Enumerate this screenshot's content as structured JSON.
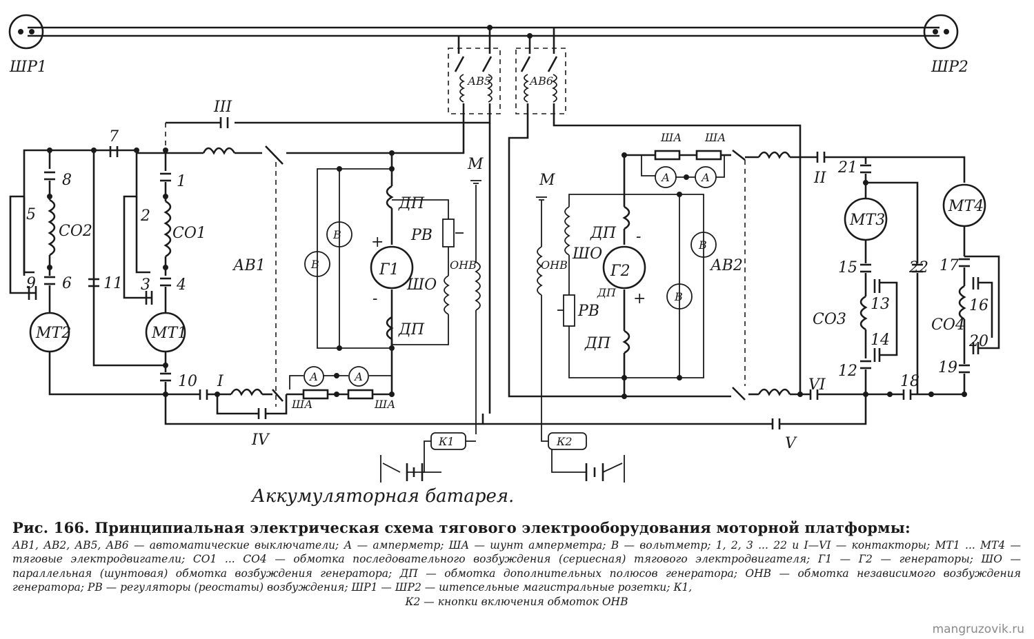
{
  "labels": {
    "shr1": "ШР1",
    "shr2": "ШР2",
    "av5": "АВ5",
    "av6": "АВ6",
    "av1": "АВ1",
    "av2": "АВ2",
    "mt1": "МТ1",
    "mt2": "МТ2",
    "mt3": "МТ3",
    "mt4": "МТ4",
    "co1": "СО1",
    "co2": "СО2",
    "co3": "СО3",
    "co4": "СО4",
    "g1": "Г1",
    "g2": "Г2",
    "dp": "ДП",
    "rv": "РВ",
    "sho": "ШО",
    "onv": "ОНВ",
    "m": "М",
    "a": "А",
    "v": "В",
    "sha": "ША",
    "k1": "К1",
    "k2": "К2",
    "plus": "+",
    "minus": "-",
    "battery": "Аккумуляторная батарея."
  },
  "contactor_numbers": [
    "1",
    "2",
    "3",
    "4",
    "5",
    "6",
    "7",
    "8",
    "9",
    "10",
    "11",
    "12",
    "13",
    "14",
    "15",
    "16",
    "17",
    "18",
    "19",
    "20",
    "21",
    "22"
  ],
  "roman_contactors": [
    "I",
    "II",
    "III",
    "IV",
    "V",
    "VI"
  ],
  "caption": {
    "title": "Рис. 166. Принципиальная электрическая схема тягового электрооборудования моторной платформы:",
    "body": "АВ1, АВ2, АВ5, АВ6 — автоматические выключатели; А — амперметр; ША — шунт амперметра; В — вольтметр; 1, 2, 3 ... 22 и I—VI — контакторы; МТ1 ... МТ4 — тяговые электродвигатели; СО1 ... СО4 — обмотка последовательного возбуждения (сериесная) тягового электродвигателя; Г1 — Г2 — генераторы; ШО — параллельная (шунтовая) обмотка возбуждения генератора; ДП — обмотка дополнительных полюсов генератора; ОНВ — обмотка независимого возбуждения генератора; РВ — регуляторы (реостаты) возбуждения; ШР1 — ШР2 — штепсельные магистральные розетки; К1,",
    "last": "К2 — кнопки включения обмоток ОНВ"
  },
  "watermark": "mangruzovik.ru"
}
